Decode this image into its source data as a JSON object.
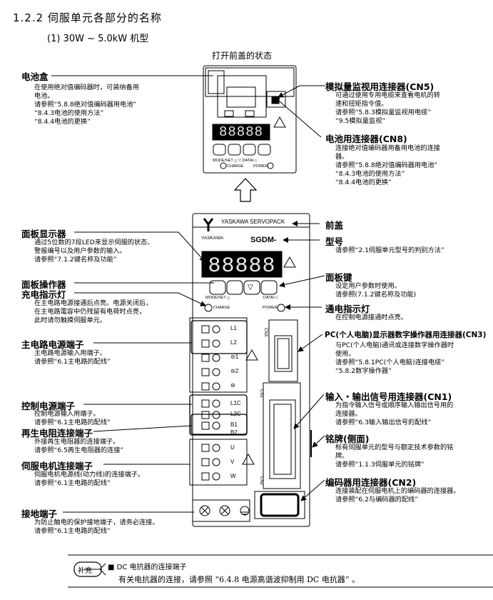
{
  "heading": {
    "section": "1.2.2 伺服单元各部分的名称",
    "model": "(1) 30W ~ 5.0kW 机型"
  },
  "top_caption": "打开前盖的状态",
  "device": {
    "brand": "YASKAWA SERVOPACK",
    "brand_small": "YASKAWA",
    "model_prefix": "SGDM-",
    "display": "88888",
    "display_small": "88888",
    "key_mode": "MODE/SET △",
    "key_down": "▽",
    "key_data": "DATA/◁",
    "charge": "CHARGE",
    "power": "POWER",
    "terminals_top": [
      "L1",
      "L2",
      "⊝1",
      "⊝2",
      "⊖"
    ],
    "terminals_ctrl": [
      "L1C",
      "L2C"
    ],
    "terminals_regen": [
      "B1",
      "B2"
    ],
    "terminals_motor": [
      "U",
      "V",
      "W"
    ],
    "cn3": "CN3",
    "cn1": "CN1",
    "cn2": "CN2"
  },
  "top_left": {
    "title": "电池盒",
    "desc": [
      "在使用绝对值编码器时，可装纳备用",
      "电池。",
      "请参照“5.8.8绝对值编码器用电池”",
      "      “8.4.3电池的使用方法”",
      "      “8.4.4电池的更换”"
    ]
  },
  "top_right_1": {
    "title": "模拟量监视用连接器(CN5)",
    "desc": [
      "可通过使用专用电缆来查看电机的转",
      "速和扭矩指令值。",
      "请参照“5.8.3模拟量监视用电缆”",
      "      “9.5模拟量监视”"
    ]
  },
  "top_right_2": {
    "title": "电池用连接器(CN8)",
    "desc": [
      "连接绝对值编码器用备用电池的连接",
      "器。",
      "请参照“5.8.8绝对值编码器用电池”",
      "      “8.4.3电池的使用方法”",
      "      “8.4.4电池的更换”"
    ]
  },
  "left": [
    {
      "title": "面板显示器",
      "desc": [
        "通过5位数的7段LED来显示伺服的状态、",
        "警报编号以及用户参数的输入。",
        "请参照“7.1.2键名称及功能”"
      ]
    },
    {
      "title": "面板操作器",
      "desc": []
    },
    {
      "title": "充电指示灯",
      "desc": [
        "在主电路电源接通后点亮。电源关闭后，",
        "在主电路電容中仍残留有电荷时点亮，",
        "此时请勿触摸伺服单元。"
      ]
    },
    {
      "title": "主电路电源端子",
      "desc": [
        "主电路电源输入用端子。",
        "请参照“6.1主电路的配线”"
      ]
    },
    {
      "title": "控制电源端子",
      "desc": [
        "控制电源输入用端子。",
        "请参照“6.1主电路的配线”"
      ]
    },
    {
      "title": "再生电阻连接端子",
      "desc": [
        "外接再生电阻器的连接端子。",
        "请参照“6.5再生电阻器的连接”"
      ]
    },
    {
      "title": "伺服电机连接端子",
      "desc": [
        "伺服电机电源线(动力线)的连接端子。",
        "请参照“6.1主电路的配线”"
      ]
    },
    {
      "title": "接地端子",
      "desc": [
        "为防止触电的保护接地端子，请务必连接。",
        "请参照“6.1主电路的配线”"
      ]
    }
  ],
  "right": [
    {
      "title": "前盖",
      "desc": []
    },
    {
      "title": "型号",
      "desc": [
        "请参照“2.1伺服单元型号的判别方法”"
      ]
    },
    {
      "title": "面板键",
      "desc": [
        "设定用户参数时使用。",
        "请参照(7.1.2键名称及功能)"
      ]
    },
    {
      "title": "通电指示灯",
      "desc": [
        "在控制电源接通时点亮。"
      ]
    },
    {
      "title": "PC(个人电脑)显示器数字操作器用连接器(CN3)",
      "desc": [
        "与PC(个人电脑)通讯或连接数字操作器时",
        "使用。",
        "请参照“5.8.1PC(个人电脑)连接电缆”",
        "      “5.8.2数字操作器”"
      ]
    },
    {
      "title": "输入・输出信号用连接器(CN1)",
      "desc": [
        "为指令输入信号或顺序输入输出信号用的",
        "连接器。",
        "请参照“6.3输入输出信号的配线”"
      ]
    },
    {
      "title": "铭牌(侧面)",
      "desc": [
        "标有伺服单元的型号与额定技术参数的铭",
        "牌。",
        "请参照“1.1.3伺服单元的铭牌”"
      ]
    },
    {
      "title": "编码器用连接器(CN2)",
      "desc": [
        "连接装配在伺服电机上的编码器的连接器。",
        "请参照“6.2与编码器的配线”"
      ]
    }
  ],
  "supplement": {
    "badge": "补充",
    "title": "■ DC 电抗器的连接端子",
    "text": "有关电抗器的连接，请参照 “6.4.8 电源高谐波抑制用 DC 电抗器” 。"
  }
}
